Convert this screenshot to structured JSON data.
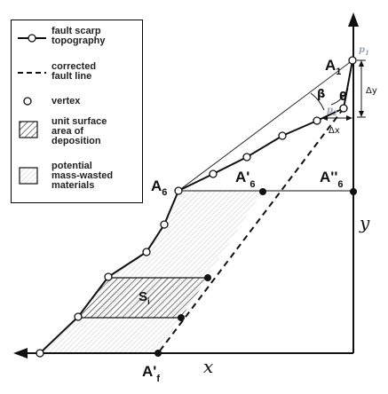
{
  "legend": {
    "items": [
      {
        "key": "fault_scarp",
        "label": "fault scarp\ntopography"
      },
      {
        "key": "corrected_fault",
        "label": "corrected\nfault line"
      },
      {
        "key": "vertex",
        "label": "vertex"
      },
      {
        "key": "unit_surface",
        "label": "unit surface\narea of\ndeposition"
      },
      {
        "key": "potential_mass",
        "label": "potential\nmass-wasted\nmaterials"
      }
    ]
  },
  "labels": {
    "A1": "A",
    "A1_sub": "1",
    "A6": "A",
    "A6_sub": "6",
    "A6p": "A'",
    "A6p_sub": "6",
    "A6pp": "A''",
    "A6pp_sub": "6",
    "Afp": "A'",
    "Afp_sub": "f",
    "Si": "S",
    "Si_sub": "i",
    "p1": "p",
    "p1_sub": "1",
    "p2": "p",
    "p2_sub": "2",
    "beta": "β",
    "theta": "θ",
    "dy": "Δy",
    "dx": "Δx",
    "x_axis": "x",
    "y_axis": "y"
  },
  "colors": {
    "line": "#111111",
    "hatch": "#333333",
    "stipple": "#9a9a9a",
    "p_label": "#9aa3b5"
  }
}
